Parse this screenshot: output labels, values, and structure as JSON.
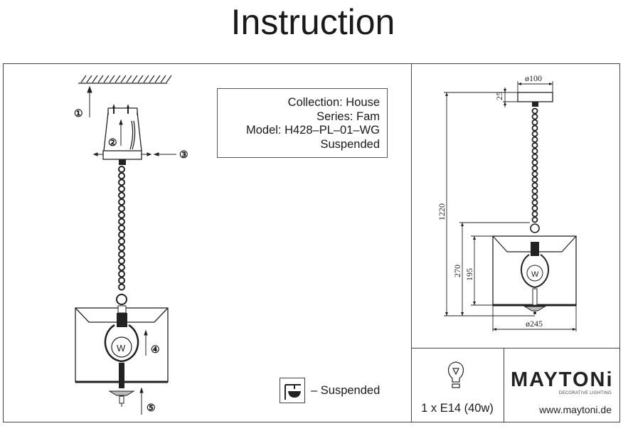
{
  "document": {
    "title": "Instruction"
  },
  "product_info": {
    "collection": "Collection: House",
    "series": "Series: Fam",
    "model": "Model: H428–PL–01–WG",
    "type": "Suspended"
  },
  "assembly_steps": [
    "①",
    "②",
    "③",
    "④",
    "⑤"
  ],
  "bulb_label": "W",
  "dimensions": {
    "canopy_diameter": "ø100",
    "canopy_height": "25",
    "total_height": "1220",
    "lamp_height": "270",
    "shade_height": "195",
    "shade_diameter": "ø245"
  },
  "legend": {
    "icon": "suspended-lamp-icon",
    "label": "– Suspended"
  },
  "lamp_spec": {
    "icon": "light-bulb-icon",
    "text": "1 x E14 (40w)"
  },
  "brand": {
    "name": "MAYTONi",
    "tagline": "DECORATIVE LIGHTING",
    "website": "www.maytoni.de"
  }
}
